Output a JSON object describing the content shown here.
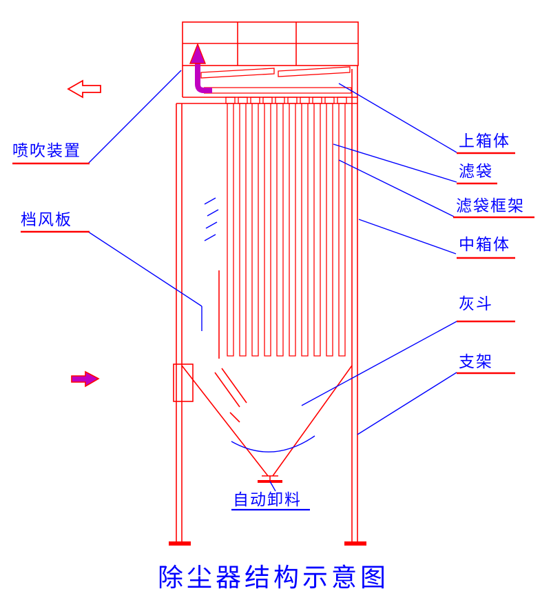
{
  "title": "除尘器结构示意图",
  "labels": {
    "penchui": "喷吹装置",
    "dangfengban": "档风板",
    "shangxiangti": "上箱体",
    "lvdai": "滤袋",
    "lvdai_kuangjia": "滤袋框架",
    "zhongxiangti": "中箱体",
    "huidou": "灰斗",
    "zhijia": "支架",
    "zidong_xieliao": "自动卸料"
  },
  "colors": {
    "line_red": "#ff0000",
    "line_blue": "#0000ff",
    "pulse_magenta": "#c000c0",
    "background": "#ffffff"
  }
}
